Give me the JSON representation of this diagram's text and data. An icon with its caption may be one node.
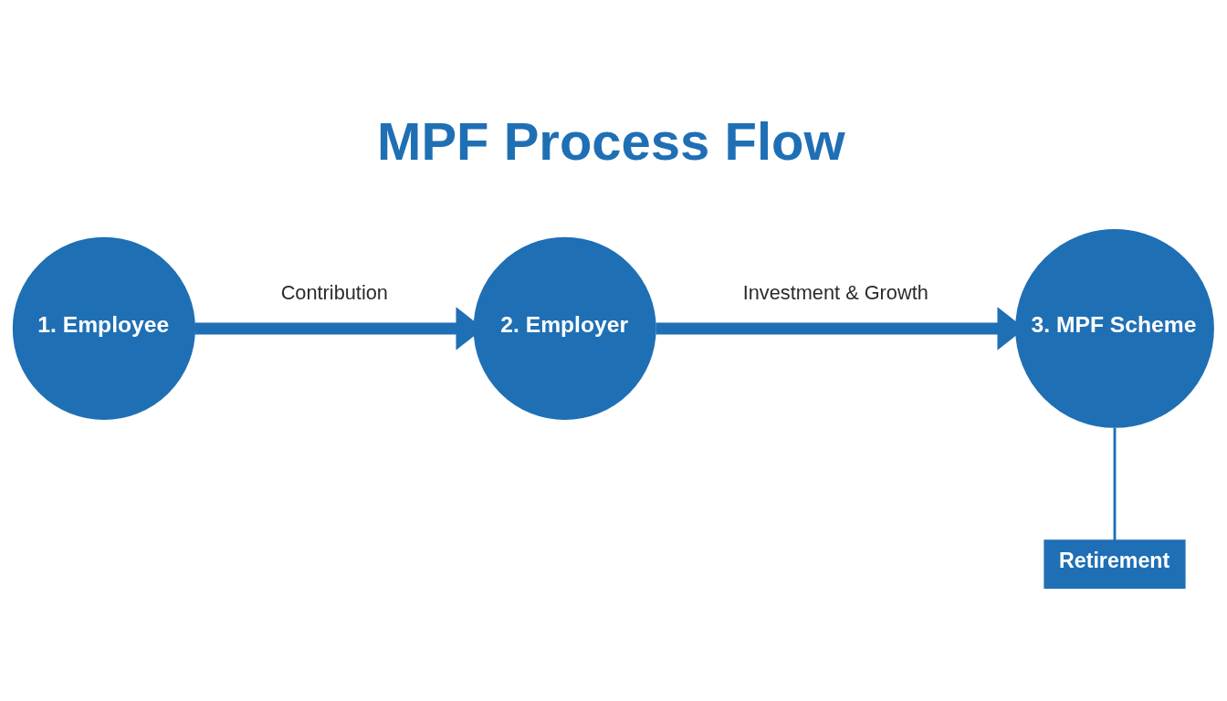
{
  "diagram": {
    "title": "MPF Process Flow",
    "nodes": [
      {
        "text": [
          "1. Employee"
        ]
      },
      {
        "text": [
          "2. Employer"
        ]
      },
      {
        "text": [
          "3. MPF Scheme"
        ]
      },
      {
        "text": [
          "Retirement"
        ]
      }
    ],
    "edges": [
      {
        "from": 0,
        "to": 1,
        "arrow": "to",
        "label": "Contribution"
      },
      {
        "from": 1,
        "to": 2,
        "arrow": "to",
        "label": "Investment & Growth"
      },
      {
        "from": 2,
        "to": 3,
        "arrow": "none"
      }
    ]
  }
}
